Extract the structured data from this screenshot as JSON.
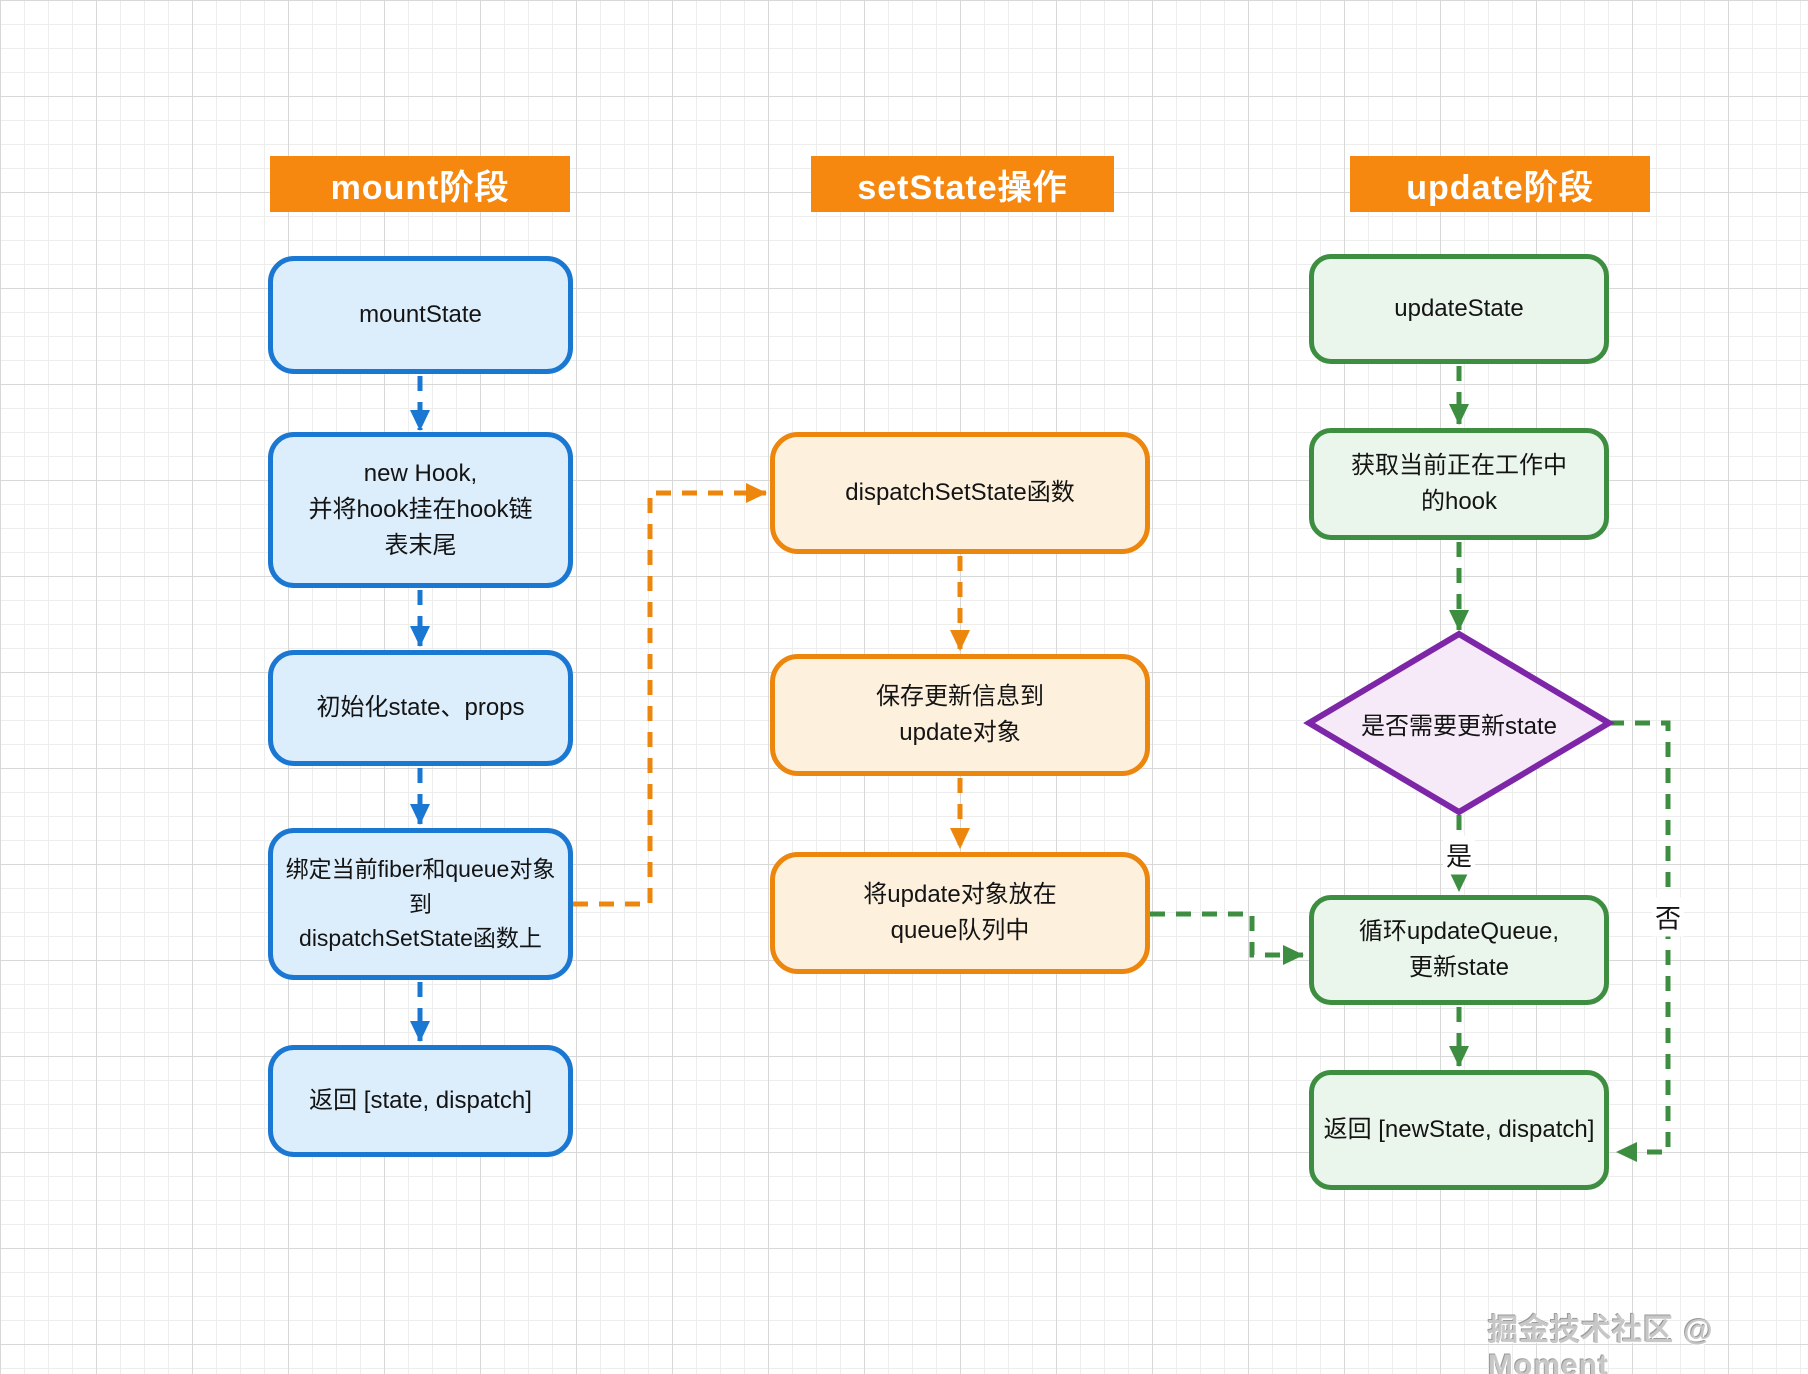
{
  "diagram": {
    "headers": {
      "mount": "mount阶段",
      "set_state": "setState操作",
      "update": "update阶段"
    },
    "nodes": {
      "mount_state": "mountState",
      "new_hook": "new Hook,\n并将hook挂在hook链\n表末尾",
      "init_state": "初始化state、props",
      "bind_fiber": "绑定当前fiber和queue对象\n到\ndispatchSetState函数上",
      "return_state": "返回 [state, dispatch]",
      "dispatch_set_state": "dispatchSetState函数",
      "save_update": "保存更新信息到\nupdate对象",
      "enqueue_update": "将update对象放在\nqueue队列中",
      "update_state": "updateState",
      "get_current_hook": "获取当前正在工作中\n的hook",
      "need_update_decision": "是否需要更新state",
      "loop_update_queue": "循环updateQueue,\n更新state",
      "return_new_state": "返回 [newState, dispatch]"
    },
    "edge_labels": {
      "yes": "是",
      "no": "否"
    },
    "watermark": "掘金技术社区 @ Moment",
    "colors": {
      "header_bg": "#F6870F",
      "header_text": "#FFFFFF",
      "mount_border": "#1B78D2",
      "mount_fill": "#DCEDFB",
      "set_state_border": "#EC860D",
      "set_state_fill": "#FDF1DE",
      "update_border": "#3E8E41",
      "update_fill": "#EAF5EB",
      "decision_border": "#7D26A8",
      "decision_fill": "#F6EAF9"
    }
  }
}
